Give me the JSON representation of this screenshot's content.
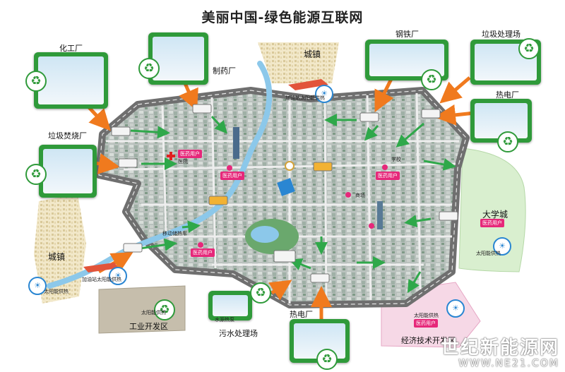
{
  "title": "美丽中国-绿色能源互联网",
  "facilities": {
    "chemical_plant": "化工厂",
    "pharma_plant": "制药厂",
    "town_top": "城镇",
    "steel_plant": "钢铁厂",
    "waste_treatment": "垃圾处理场",
    "power_plant_right": "热电厂",
    "incineration": "垃圾焚烧厂",
    "university": "大学城",
    "town_left": "城镇",
    "industrial_zone": "工业开发区",
    "sewage": "污水处理场",
    "power_plant_bottom": "热电厂",
    "econ_zone": "经济技术开发区"
  },
  "tags": {
    "medical_user": "医药用户",
    "medical": "医院",
    "school": "学校",
    "hospital_text": "医院",
    "shopping": "商场",
    "solar_heating": "太阳能供热",
    "mobile_storage": "移动储热车",
    "gas_station": "加油站太阳能供热",
    "water_source": "水源热泵"
  },
  "watermark": {
    "line1": "世纪新能源网",
    "line2": "WWW.NE21.COM"
  },
  "colors": {
    "panel_green": "#2f9a3a",
    "arrow_orange": "#f07a1e",
    "arrow_green": "#2fa84a",
    "river_blue": "#8cc8ea",
    "city_border": "#6f6f6f",
    "tag_pink": "#e6287a"
  }
}
